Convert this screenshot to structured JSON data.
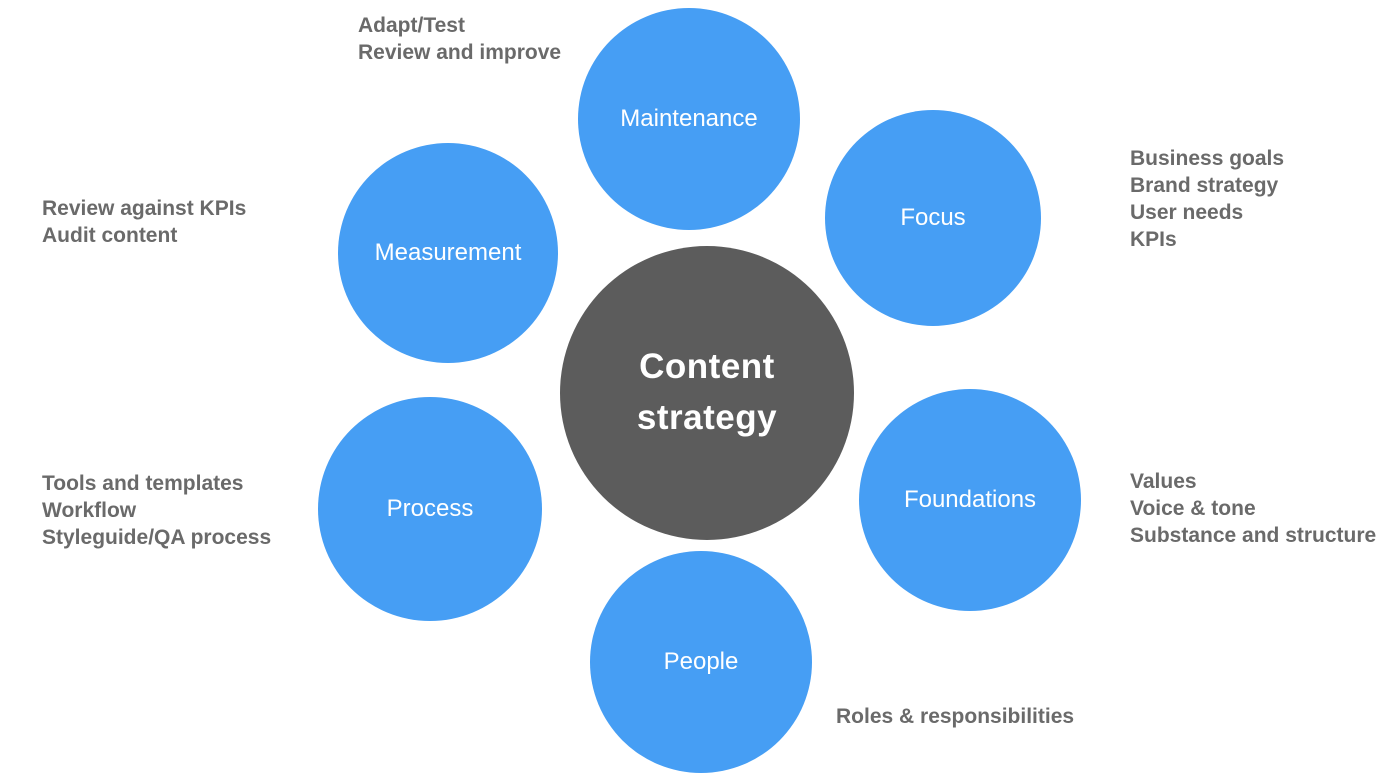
{
  "diagram": {
    "type": "hub-and-spoke",
    "title": "Content strategy",
    "colors": {
      "node_fill": "#469ef4",
      "node_text": "#ffffff",
      "hub_fill": "#5c5c5c",
      "hub_text": "#ffffff",
      "annotation_text": "#6a6a6a",
      "background": "#ffffff"
    },
    "hub": {
      "label": "Content\nstrategy"
    },
    "nodes": [
      {
        "label": "Maintenance",
        "annotation": "Adapt/Test\nReview and improve"
      },
      {
        "label": "Focus",
        "annotation": "Business goals\nBrand strategy\nUser needs\nKPIs"
      },
      {
        "label": "Foundations",
        "annotation": "Values\nVoice & tone\nSubstance and structure"
      },
      {
        "label": "People",
        "annotation": "Roles & responsibilities"
      },
      {
        "label": "Process",
        "annotation": "Tools and templates\nWorkflow\nStyleguide/QA process"
      },
      {
        "label": "Measurement",
        "annotation": "Review against KPIs\nAudit content"
      }
    ]
  }
}
